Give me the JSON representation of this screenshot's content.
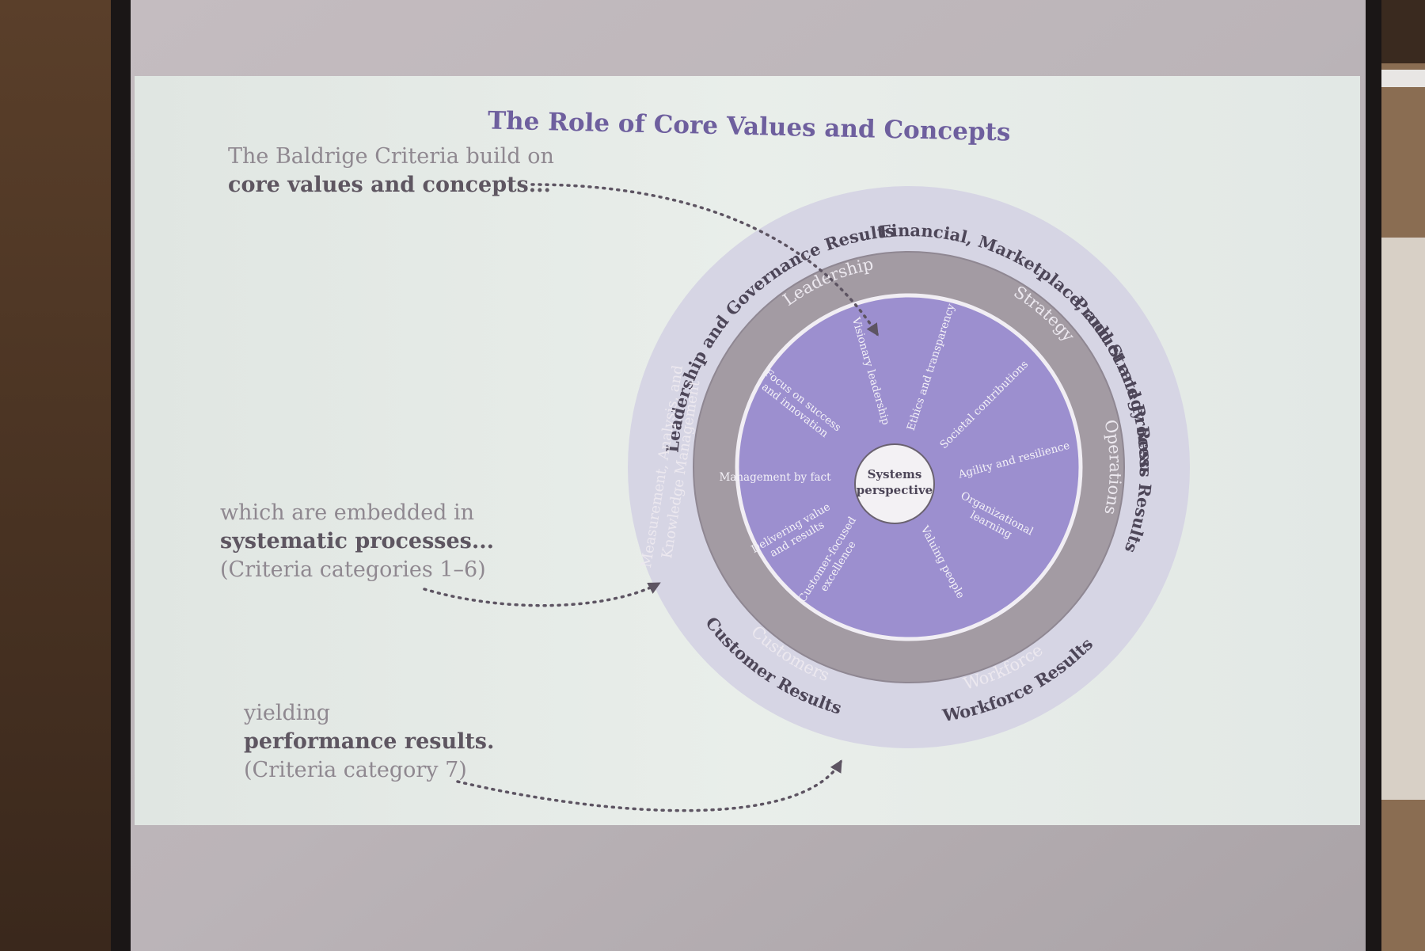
{
  "slide": {
    "title": "The Role of Core Values and Concepts"
  },
  "annotations": {
    "core": {
      "line1": "The Baldrige Criteria build on",
      "line2": "core values and concepts..."
    },
    "processes": {
      "line1": "which are embedded in",
      "line2": "systematic processes...",
      "line3": "(Criteria categories 1–6)"
    },
    "results": {
      "line1": "yielding",
      "line2": "performance results.",
      "line3": "(Criteria category 7)"
    }
  },
  "diagram": {
    "center": {
      "line1": "Systems",
      "line2": "perspective"
    },
    "outer_ring": {
      "leadership_governance": "Leadership and Governance Results",
      "product_process": "Product and Process Results",
      "workforce": "Workforce Results",
      "customer": "Customer Results",
      "financial": "Financial, Marketplace, and Strategy Results"
    },
    "middle_ring": {
      "leadership": "Leadership",
      "operations": "Operations",
      "workforce": "Workforce",
      "customers": "Customers",
      "measurement_line1": "Measurement, Analysis, and",
      "measurement_line2": "Knowledge Management",
      "strategy": "Strategy"
    },
    "core_values": {
      "visionary": "Visionary leadership",
      "ethics": "Ethics and transparency",
      "societal": "Societal contributions",
      "agility": "Agility and resilience",
      "org_learning_1": "Organizational",
      "org_learning_2": "learning",
      "valuing_people": "Valuing people",
      "customer_focused_1": "Customer-focused",
      "customer_focused_2": "excellence",
      "delivering_1": "Delivering value",
      "delivering_2": "and results",
      "management_by_fact": "Management by fact",
      "focus_success_1": "Focus on success",
      "focus_success_2": "and innovation"
    }
  },
  "colors": {
    "title": "#6e5f9e",
    "outer_ring": "#d6d5e4",
    "middle_ring": "#a39ba3",
    "inner_disc": "#9c8fcf",
    "center": "#f3f1f4",
    "slide_bg": "#e5ebe7",
    "ring_text_dark": "#4d4658",
    "ring_text_light": "#ece8ef"
  }
}
